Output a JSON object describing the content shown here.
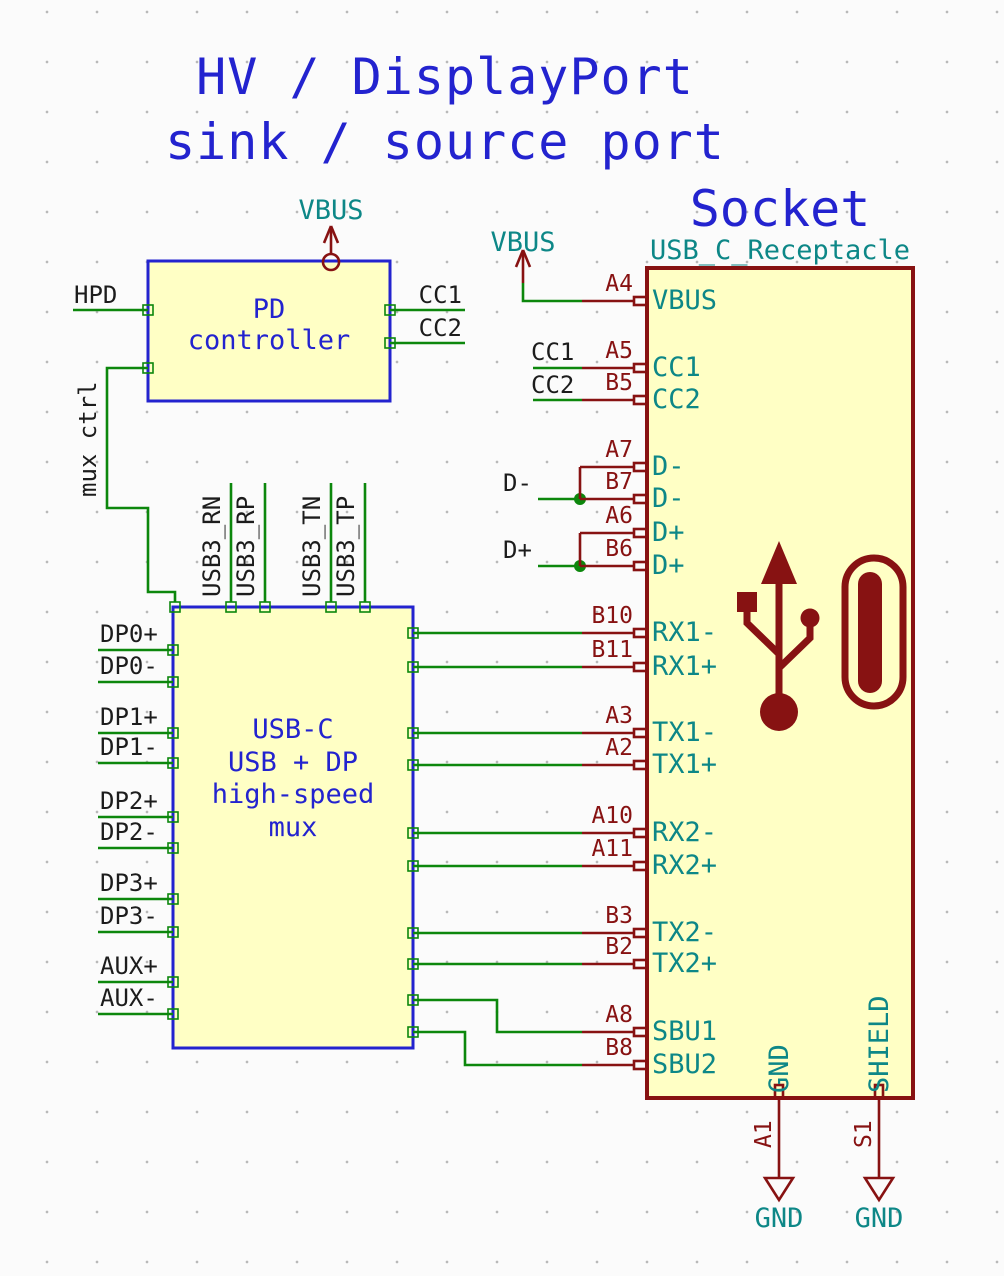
{
  "palette": {
    "blue": "#2323CF",
    "maroon": "#871212",
    "teal": "#0D8787",
    "green": "#0C870C",
    "black": "#1C1C1C",
    "symbol_fill": "#FFFFC5"
  },
  "title": {
    "line1": "HV / DisplayPort",
    "line2": "sink / source port"
  },
  "socket": {
    "heading": "Socket",
    "part_name": "USB_C_Receptacle",
    "pins_left": [
      {
        "number": "A4",
        "name": "VBUS"
      },
      {
        "number": "A5",
        "name": "CC1"
      },
      {
        "number": "B5",
        "name": "CC2"
      },
      {
        "number": "A7",
        "name": "D-"
      },
      {
        "number": "B7",
        "name": "D-"
      },
      {
        "number": "A6",
        "name": "D+"
      },
      {
        "number": "B6",
        "name": "D+"
      },
      {
        "number": "B10",
        "name": "RX1-"
      },
      {
        "number": "B11",
        "name": "RX1+"
      },
      {
        "number": "A3",
        "name": "TX1-"
      },
      {
        "number": "A2",
        "name": "TX1+"
      },
      {
        "number": "A10",
        "name": "RX2-"
      },
      {
        "number": "A11",
        "name": "RX2+"
      },
      {
        "number": "B3",
        "name": "TX2-"
      },
      {
        "number": "B2",
        "name": "TX2+"
      },
      {
        "number": "A8",
        "name": "SBU1"
      },
      {
        "number": "B8",
        "name": "SBU2"
      }
    ],
    "pins_bottom": [
      {
        "number": "A1",
        "name": "GND"
      },
      {
        "number": "S1",
        "name": "SHIELD"
      }
    ]
  },
  "pd_controller": {
    "line1": "PD",
    "line2": "controller",
    "left_label": "HPD",
    "right_labels": [
      "CC1",
      "CC2"
    ],
    "mux_ctrl_label": "mux ctrl"
  },
  "mux": {
    "line1": "USB-C",
    "line2": "USB + DP",
    "line3": "high-speed",
    "line4": "mux",
    "top_labels": [
      "USB3_RN",
      "USB3_RP",
      "USB3_TN",
      "USB3_TP"
    ],
    "left_labels": [
      "DP0+",
      "DP0-",
      "DP1+",
      "DP1-",
      "DP2+",
      "DP2-",
      "DP3+",
      "DP3-",
      "AUX+",
      "AUX-"
    ]
  },
  "net_labels": {
    "vbus_pd": "VBUS",
    "vbus_socket": "VBUS",
    "cc1": "CC1",
    "cc2": "CC2",
    "d_minus": "D-",
    "d_plus": "D+",
    "gnd_left": "GND",
    "gnd_right": "GND"
  }
}
